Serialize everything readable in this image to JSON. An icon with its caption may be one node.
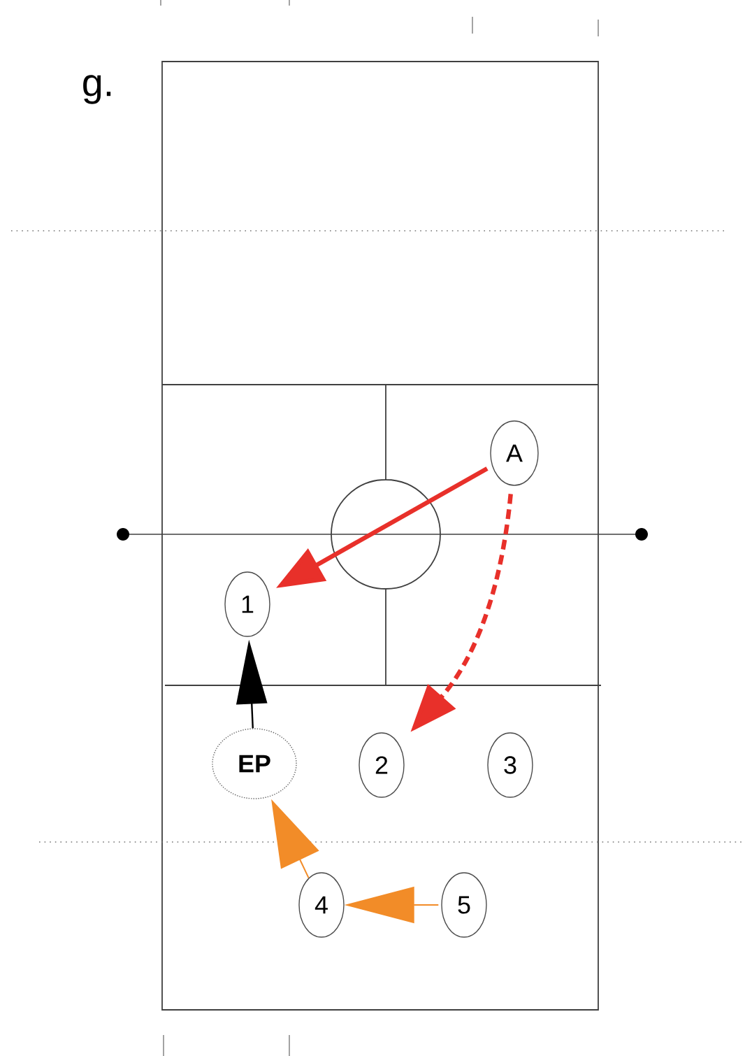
{
  "diagram": {
    "nodes": [
      {
        "text": [
          "A"
        ]
      },
      {
        "text": [
          "1"
        ]
      },
      {
        "text": [
          "EP"
        ]
      },
      {
        "text": [
          "2"
        ]
      },
      {
        "text": [
          "3"
        ]
      },
      {
        "text": [
          "4"
        ]
      },
      {
        "text": [
          "5"
        ]
      }
    ],
    "edges": [
      {
        "from": 0,
        "to": 1,
        "arrow": "to",
        "style": "thick",
        "color": "#e8302a"
      },
      {
        "from": 0,
        "to": 3,
        "arrow": "to",
        "style": "dashed",
        "color": "#e8302a"
      },
      {
        "from": 2,
        "to": 1,
        "arrow": "to",
        "color": "#000000"
      },
      {
        "from": 5,
        "to": 2,
        "arrow": "to",
        "color": "#f28c28"
      },
      {
        "from": 6,
        "to": 5,
        "arrow": "to",
        "color": "#f28c28"
      }
    ],
    "labels": [
      "g."
    ]
  }
}
